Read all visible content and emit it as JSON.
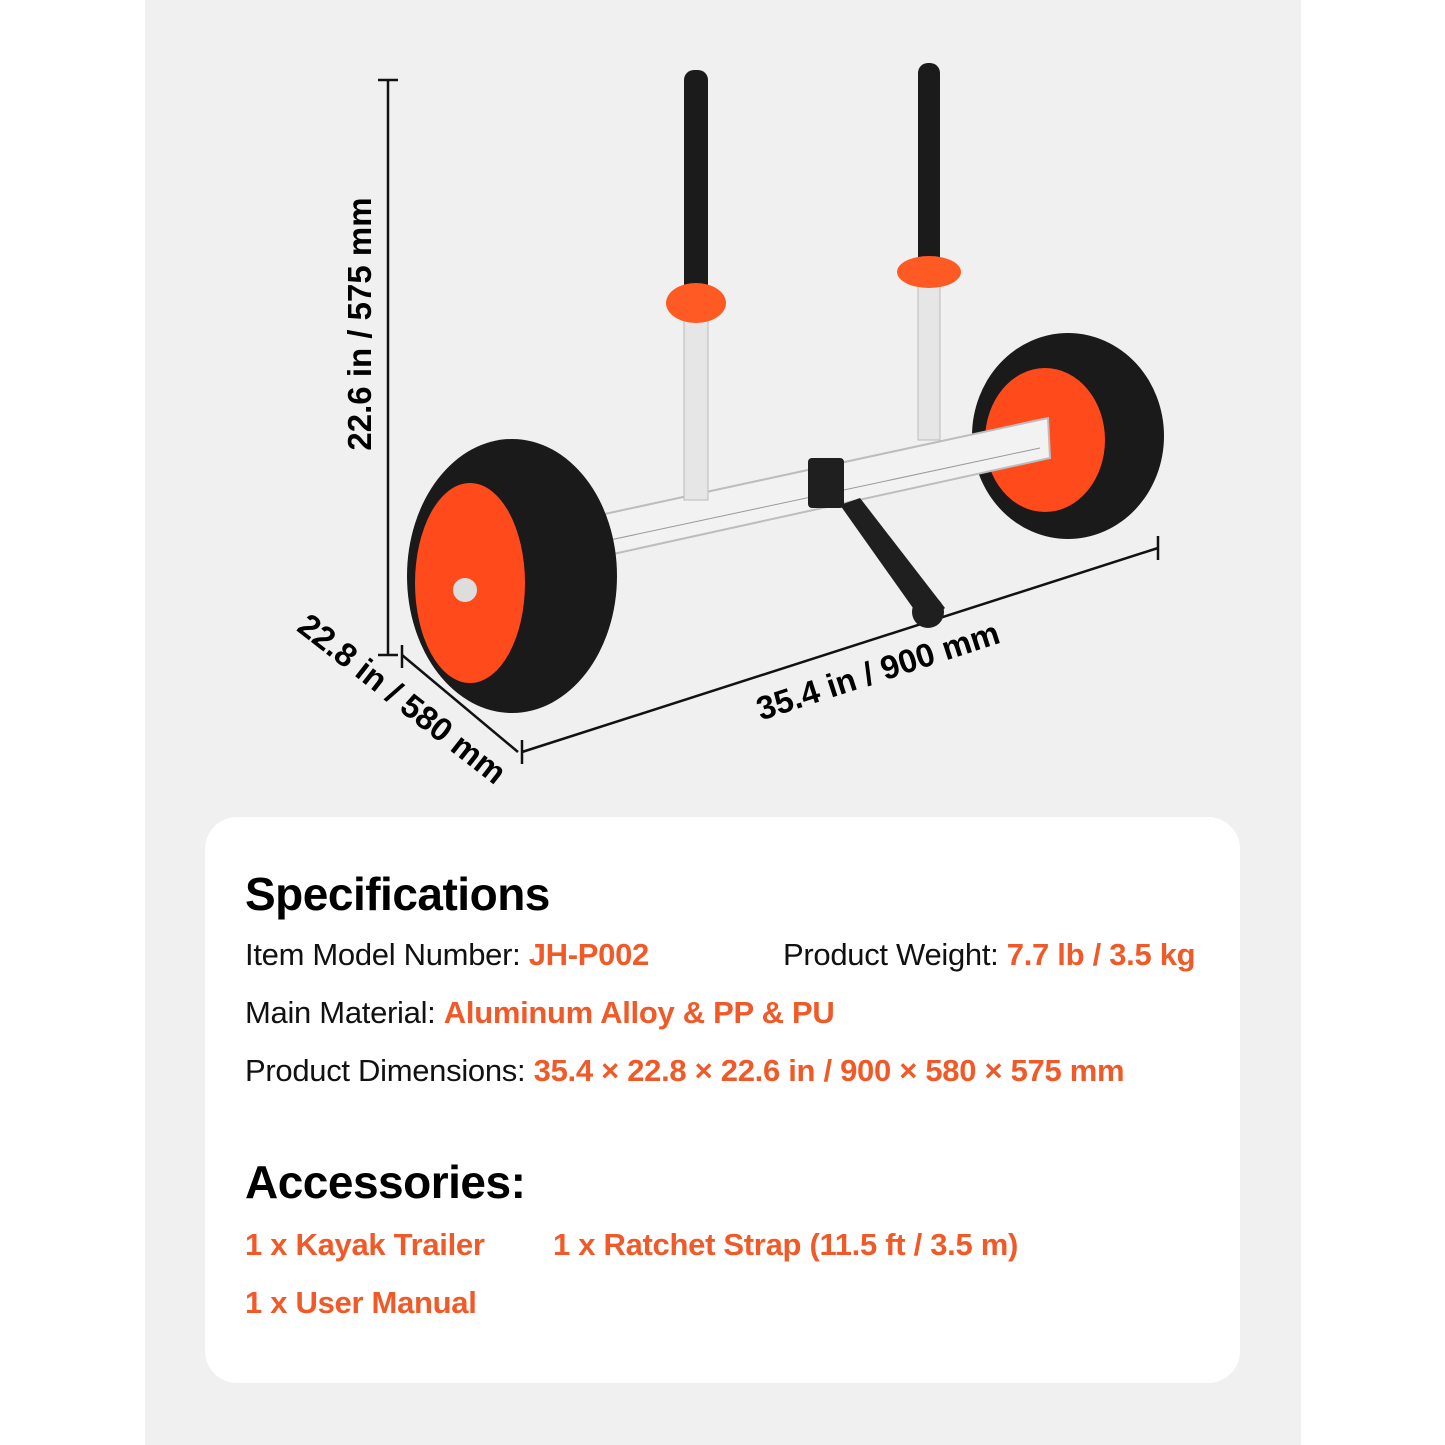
{
  "colors": {
    "accent": "#F05A28",
    "background": "#F0F0F0",
    "card": "#FFFFFF"
  },
  "dimensions": {
    "height": "22.6 in / 575 mm",
    "length": "35.4 in / 900 mm",
    "width": "22.8 in / 580 mm"
  },
  "specifications": {
    "title": "Specifications",
    "model_label": "Item Model Number: ",
    "model_value": "JH-P002",
    "weight_label": "Product Weight: ",
    "weight_value": "7.7 lb / 3.5 kg",
    "material_label": "Main Material: ",
    "material_value": "Aluminum Alloy & PP & PU",
    "dimensions_label": "Product Dimensions: ",
    "dimensions_value": "35.4 × 22.8 × 22.6 in / 900 × 580 × 575 mm"
  },
  "accessories": {
    "title": "Accessories:",
    "items": [
      "1 x Kayak Trailer",
      "1 x Ratchet Strap (11.5 ft / 3.5 m)",
      "1 x User Manual"
    ]
  }
}
